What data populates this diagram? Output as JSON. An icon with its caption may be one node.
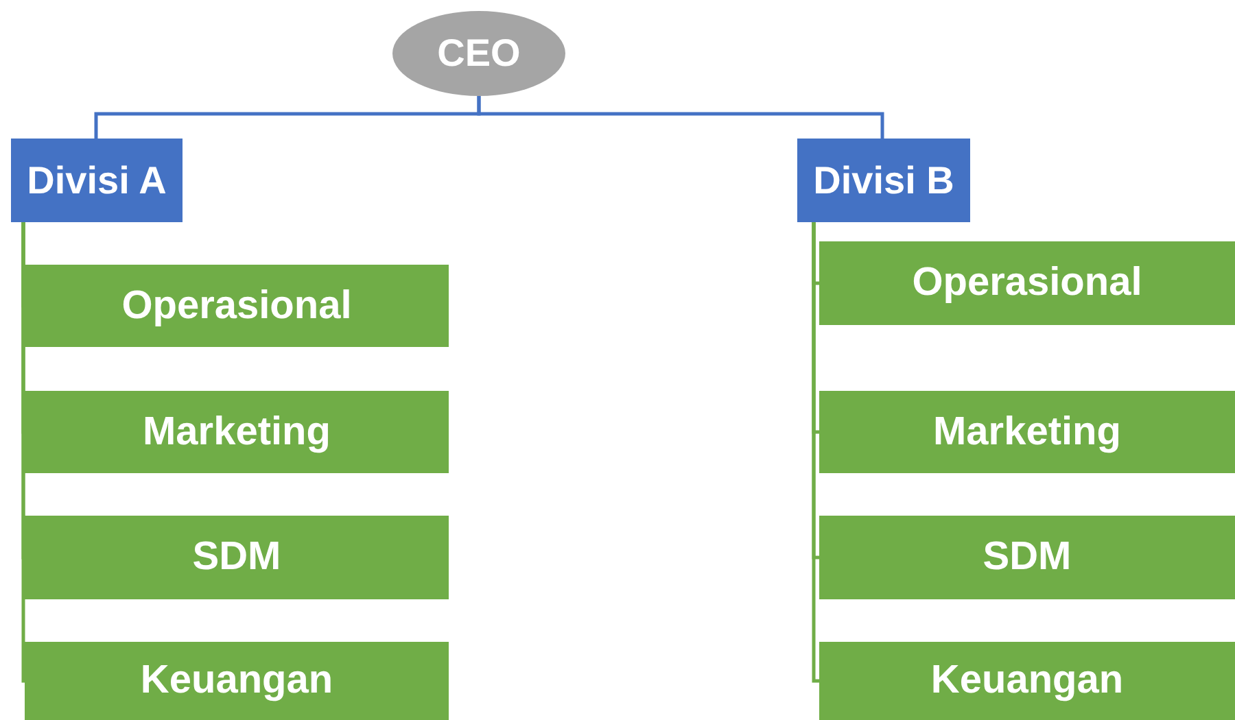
{
  "diagram": {
    "nodes": [
      {
        "text": [
          "CEO"
        ]
      },
      {
        "text": [
          "Divisi A"
        ]
      },
      {
        "text": [
          "Operasional"
        ]
      },
      {
        "text": [
          "Marketing"
        ]
      },
      {
        "text": [
          "SDM"
        ]
      },
      {
        "text": [
          "Keuangan"
        ]
      },
      {
        "text": [
          "Divisi B"
        ]
      },
      {
        "text": [
          "Operasional"
        ]
      },
      {
        "text": [
          "Marketing"
        ]
      },
      {
        "text": [
          "SDM"
        ]
      },
      {
        "text": [
          "Keuangan"
        ]
      }
    ],
    "edges": [
      {
        "from": 0,
        "to": 1,
        "arrow": "none",
        "color": "#4472c4"
      },
      {
        "from": 0,
        "to": 6,
        "arrow": "none",
        "color": "#4472c4"
      },
      {
        "from": 1,
        "to": 2,
        "arrow": "none"
      },
      {
        "from": 1,
        "to": 3,
        "arrow": "none"
      },
      {
        "from": 1,
        "to": 4,
        "arrow": "none"
      },
      {
        "from": 1,
        "to": 5,
        "arrow": "none"
      },
      {
        "from": 6,
        "to": 7,
        "arrow": "none"
      },
      {
        "from": 6,
        "to": 8,
        "arrow": "none"
      },
      {
        "from": 6,
        "to": 9,
        "arrow": "none"
      },
      {
        "from": 6,
        "to": 10,
        "arrow": "none"
      }
    ]
  }
}
